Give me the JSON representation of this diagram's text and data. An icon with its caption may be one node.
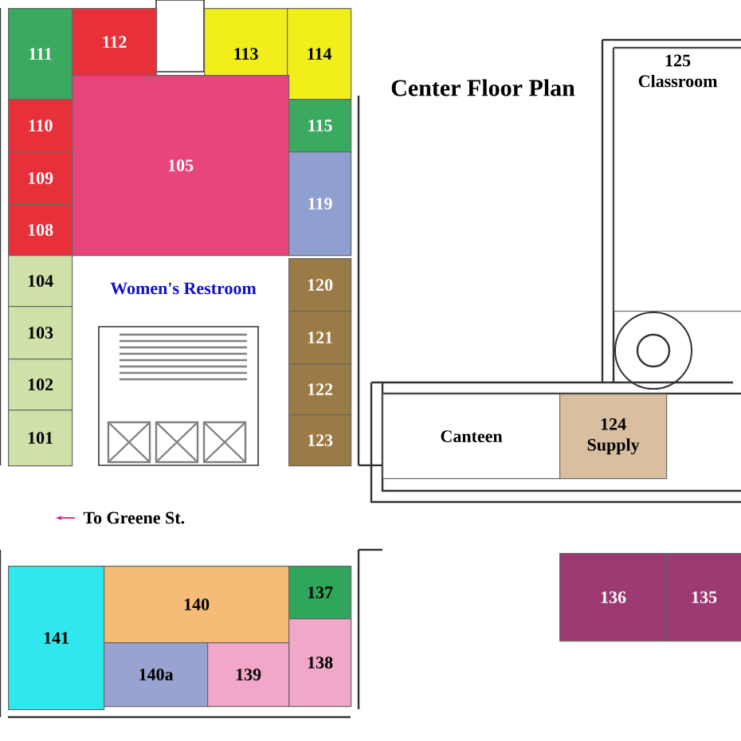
{
  "diagram": {
    "title": "Center Floor Plan",
    "nodes": [
      {
        "text": [
          "111"
        ]
      },
      {
        "text": [
          "112"
        ]
      },
      {
        "text": [
          "113"
        ]
      },
      {
        "text": [
          "114"
        ]
      },
      {
        "text": [
          "125",
          "Classroom"
        ]
      },
      {
        "text": [
          "110"
        ]
      },
      {
        "text": [
          "105"
        ]
      },
      {
        "text": [
          "115"
        ]
      },
      {
        "text": [
          "109"
        ]
      },
      {
        "text": [
          "119"
        ]
      },
      {
        "text": [
          "108"
        ]
      },
      {
        "text": [
          "104"
        ]
      },
      {
        "text": [
          "120"
        ]
      },
      {
        "text": [
          "103"
        ]
      },
      {
        "text": [
          "121"
        ]
      },
      {
        "text": [
          "102"
        ]
      },
      {
        "text": [
          "122"
        ]
      },
      {
        "text": [
          "101"
        ]
      },
      {
        "text": [
          "123"
        ]
      },
      {
        "text": [
          "Canteen"
        ]
      },
      {
        "text": [
          "124",
          "Supply"
        ]
      },
      {
        "text": [
          "141"
        ]
      },
      {
        "text": [
          "140"
        ]
      },
      {
        "text": [
          "137"
        ]
      },
      {
        "text": [
          "138"
        ]
      },
      {
        "text": [
          "140a"
        ]
      },
      {
        "text": [
          "139"
        ]
      },
      {
        "text": [
          "136"
        ]
      },
      {
        "text": [
          "135"
        ]
      }
    ],
    "labels": [
      "Women's Restroom",
      "To Greene St."
    ]
  }
}
